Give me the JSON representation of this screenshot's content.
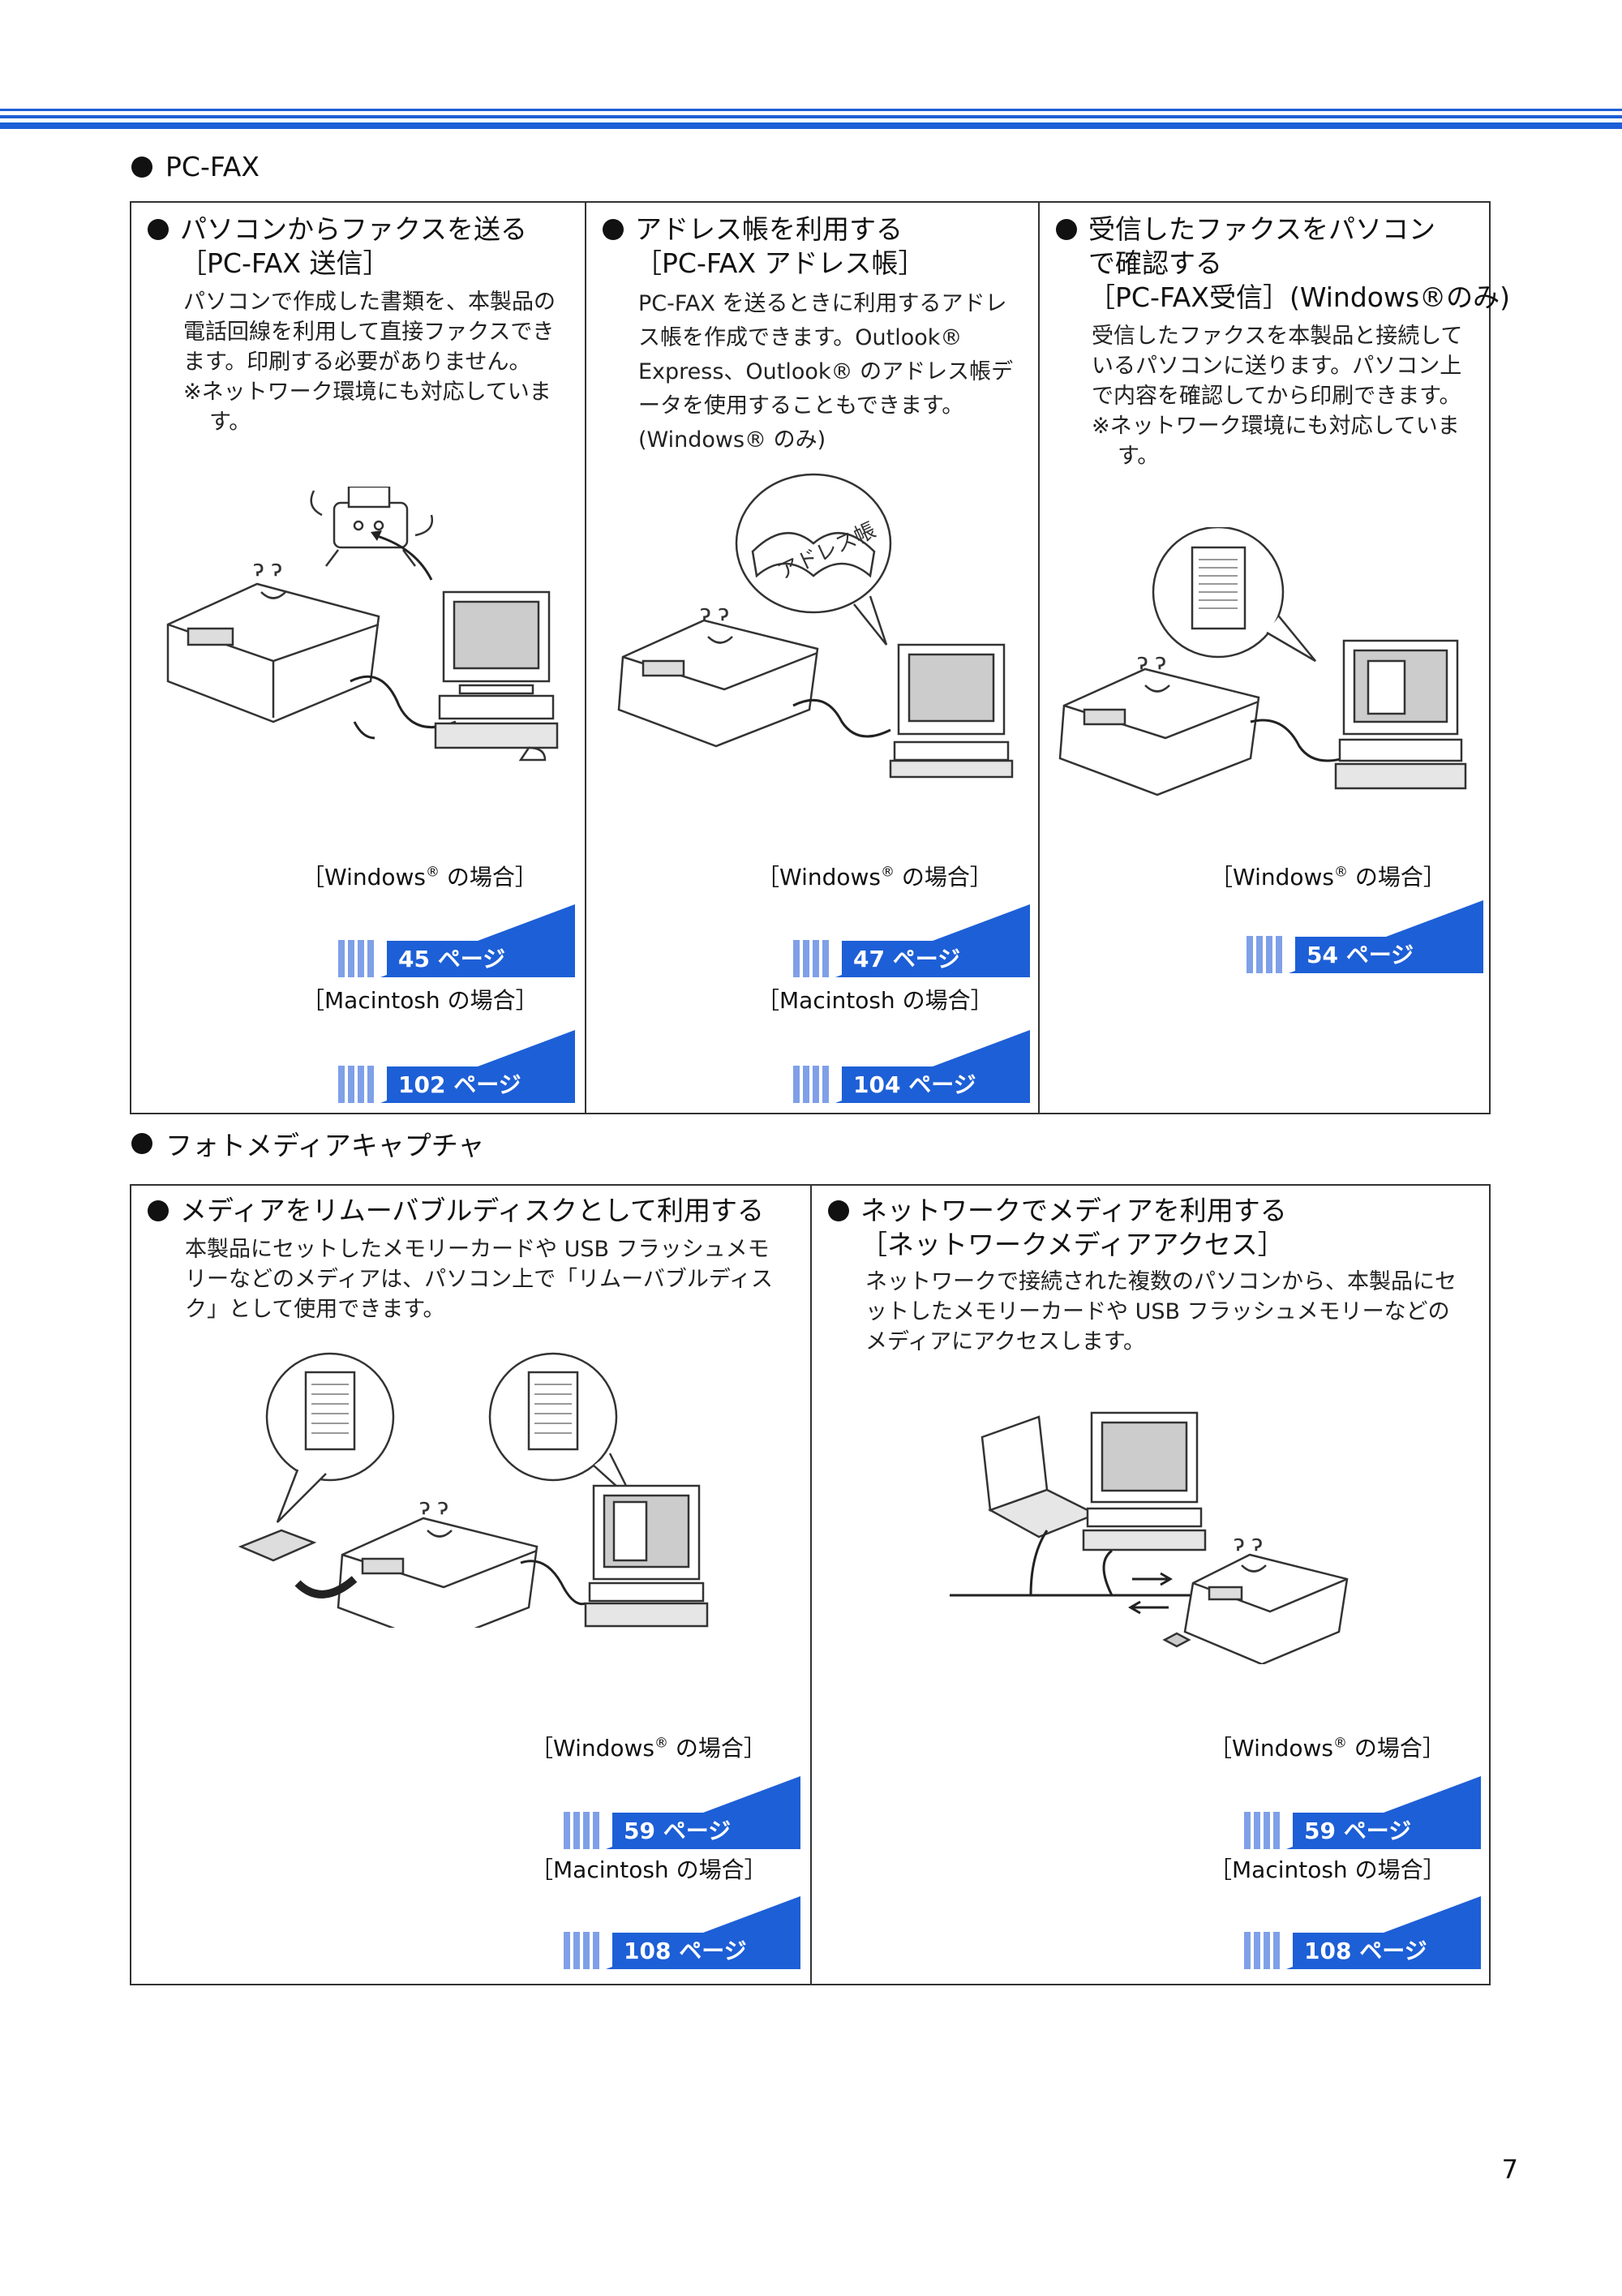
{
  "sections": {
    "pcfax": {
      "heading": "PC-FAX",
      "cols": [
        {
          "title": [
            "パソコンからファクスを送る",
            "［PC-FAX 送信］"
          ],
          "body": [
            "パソコンで作成した書類を、本製品の電話回線を利用して直接ファクスできます。印刷する必要がありません。"
          ],
          "note": "※ネットワーク環境にも対応しています。",
          "win_label": "［Windows",
          "win_suffix": " の場合］",
          "win_page": "45 ページ",
          "mac_label": "［Macintosh の場合］",
          "mac_page": "102 ページ"
        },
        {
          "title": [
            "アドレス帳を利用する",
            "［PC-FAX アドレス帳］"
          ],
          "body": [
            "PC-FAX を送るときに利用するアドレス帳を作成できます。Outlook® Express、Outlook® のアドレス帳データを使用することもできます。(Windows® のみ)"
          ],
          "bubble_text": "アドレス帳",
          "win_label": "［Windows",
          "win_suffix": " の場合］",
          "win_page": "47 ページ",
          "mac_label": "［Macintosh の場合］",
          "mac_page": "104 ページ"
        },
        {
          "title": [
            "受信したファクスをパソコン",
            "で確認する",
            "［PC-FAX受信］(Windows®のみ)"
          ],
          "body": [
            "受信したファクスを本製品と接続しているパソコンに送ります。パソコン上で内容を確認してから印刷できます。"
          ],
          "note": "※ネットワーク環境にも対応しています。",
          "win_label": "［Windows",
          "win_suffix": " の場合］",
          "win_page": "54 ページ"
        }
      ]
    },
    "photo": {
      "heading": "フォトメディアキャプチャ",
      "cols": [
        {
          "title": [
            "メディアをリムーバブルディスクとして利用する"
          ],
          "body": [
            "本製品にセットしたメモリーカードや USB フラッシュメモリーなどのメディアは、パソコン上で「リムーバブルディスク」として使用できます。"
          ],
          "win_label": "［Windows",
          "win_suffix": " の場合］",
          "win_page": "59 ページ",
          "mac_label": "［Macintosh の場合］",
          "mac_page": "108 ページ"
        },
        {
          "title": [
            "ネットワークでメディアを利用する",
            "［ネットワークメディアアクセス］"
          ],
          "body": [
            "ネットワークで接続された複数のパソコンから、本製品にセットしたメモリーカードや USB フラッシュメモリーなどのメディアにアクセスします。"
          ],
          "win_label": "［Windows",
          "win_suffix": " の場合］",
          "win_page": "59 ページ",
          "mac_label": "［Macintosh の場合］",
          "mac_page": "108 ページ"
        }
      ]
    }
  },
  "registered_mark": "®",
  "page_number": "7"
}
